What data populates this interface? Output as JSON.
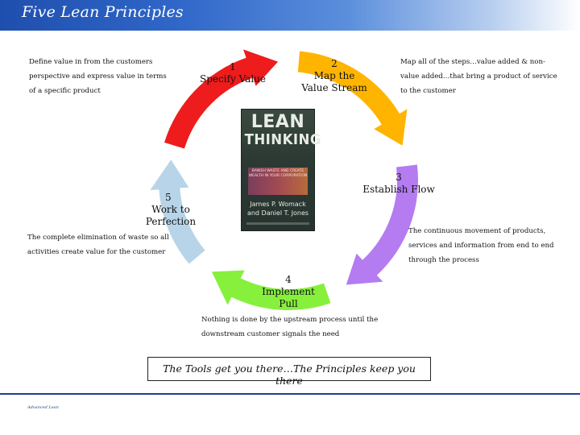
{
  "slide": {
    "title": "Five Lean Principles"
  },
  "steps": [
    {
      "num": "1",
      "label": [
        "Specify Value"
      ],
      "color": "#ee1c1c"
    },
    {
      "num": "2",
      "label": [
        "Map the",
        "Value Stream"
      ],
      "color": "#ffb400"
    },
    {
      "num": "3",
      "label": [
        "Establish Flow"
      ],
      "color": "#b47cf0"
    },
    {
      "num": "4",
      "label": [
        "Implement",
        "Pull"
      ],
      "color": "#86f03c"
    },
    {
      "num": "5",
      "label": [
        "Work to",
        "Perfection"
      ],
      "color": "#b7d4e8"
    }
  ],
  "descriptions": {
    "value": "Define value in from the customers perspective and express value in terms of a specific product",
    "value_stream": "Map all of the steps…value added & non-value added…that bring a product of service to the customer",
    "flow": "The continuous movement of products, services and information from end to end through the process",
    "pull": "Nothing is done by the upstream process until the downstream customer signals the need",
    "perfection": "The complete elimination of waste so all activities create value for the customer"
  },
  "book": {
    "title_line1": "LEAN",
    "title_line2": "THINKING",
    "subtitle": "BANISH WASTE AND CREATE WEALTH IN YOUR CORPORATION",
    "authors": [
      "James P. Womack",
      "and Daniel T. Jones"
    ]
  },
  "tagline": "The Tools get you there…The Principles keep you there",
  "footer": {
    "text": "Advanced Lean"
  }
}
